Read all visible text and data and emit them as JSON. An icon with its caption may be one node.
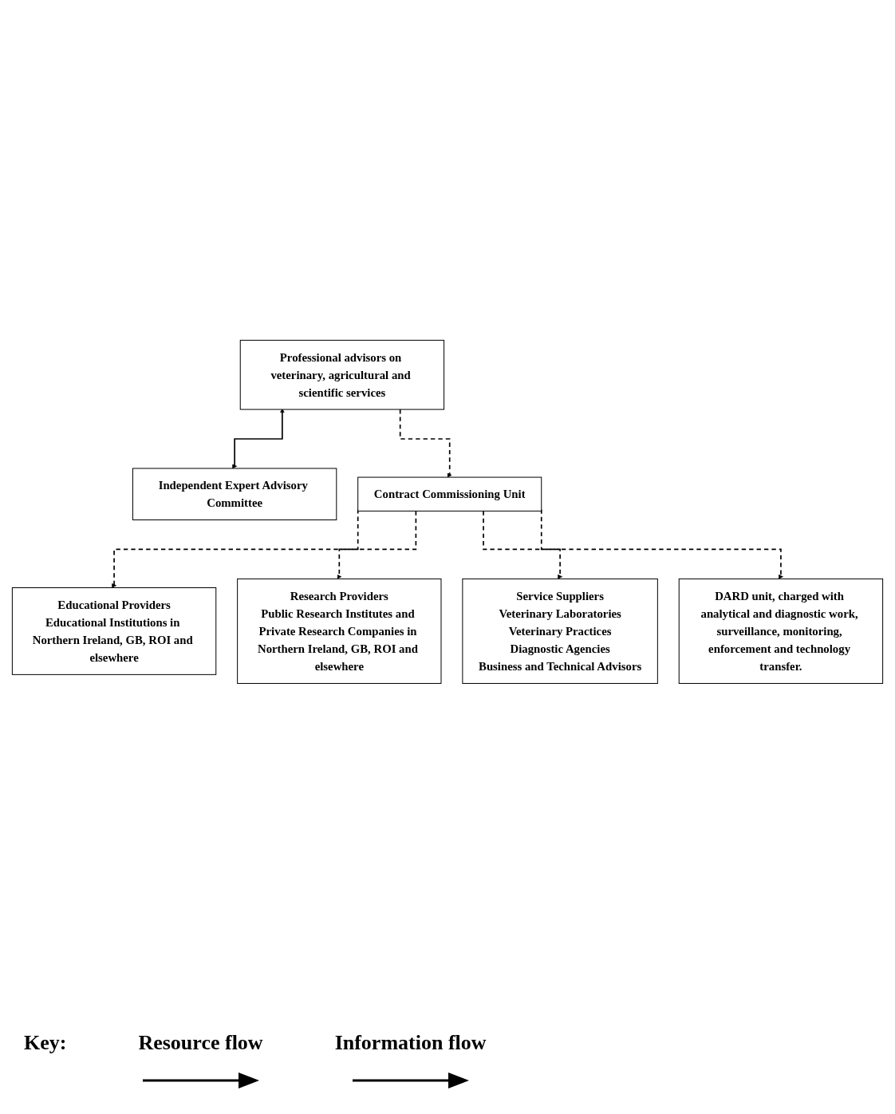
{
  "diagram": {
    "nodes": [
      {
        "text": [
          "Professional advisors on veterinary, agricultural and scientific services"
        ]
      },
      {
        "text": [
          "Contract Commissioning Unit"
        ]
      },
      {
        "text": [
          "Independent Expert Advisory Committee"
        ]
      },
      {
        "text": [
          "Educational Providers",
          "Educational Institutions in Northern Ireland, GB, ROI and elsewhere"
        ]
      },
      {
        "text": [
          "Research Providers",
          "Public Research Institutes and Private Research Companies in Northern Ireland, GB, ROI and elsewhere"
        ]
      },
      {
        "text": [
          "Service Suppliers",
          "Veterinary Laboratories",
          "Veterinary Practices",
          "Diagnostic Agencies",
          "Business and Technical Advisors"
        ]
      },
      {
        "text": [
          "DARD unit, charged with analytical and diagnostic work, surveillance, monitoring, enforcement and technology transfer."
        ]
      }
    ],
    "edges": [
      {
        "from": 0,
        "to": 1,
        "arrow": "to",
        "style": "dashed"
      },
      {
        "from": 0,
        "to": 2,
        "arrow": "both"
      },
      {
        "from": 1,
        "to": 3,
        "arrow": "to",
        "style": "dashed"
      },
      {
        "from": 1,
        "to": 4,
        "arrow": "to",
        "style": "dashed"
      },
      {
        "from": 1,
        "to": 5,
        "arrow": "to",
        "style": "dashed"
      },
      {
        "from": 1,
        "to": 6,
        "arrow": "to",
        "style": "dashed"
      }
    ],
    "labels": [
      "Key:"
    ],
    "legend": [
      {
        "text": "Resource flow"
      },
      {
        "text": "Information flow"
      }
    ]
  }
}
